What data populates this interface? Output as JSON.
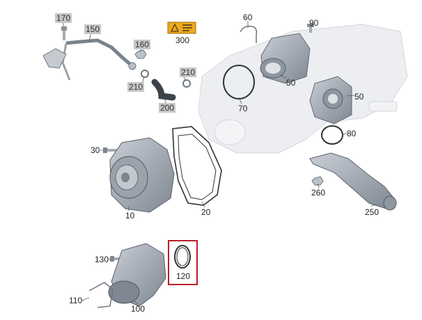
{
  "labels": {
    "p170": "170",
    "p150": "150",
    "p160": "160",
    "p210a": "210",
    "p210b": "210",
    "p200": "200",
    "p300": "300",
    "p60": "60",
    "p90": "90",
    "p50a": "50",
    "p50b": "50",
    "p70": "70",
    "p80": "80",
    "p30": "30",
    "p10": "10",
    "p20": "20",
    "p260": "260",
    "p250": "250",
    "p130": "130",
    "p120": "120",
    "p110": "110",
    "p100": "100"
  },
  "highlight": {
    "part": "120",
    "color": "#b81f2b"
  },
  "colors": {
    "part": "#a5acb6",
    "part_dark": "#6d747e",
    "ghost": "#e6e8ec",
    "callout_box": "#c7c7c7",
    "warning": "#f0a81c"
  },
  "icons": {
    "warning": "warning-sign-icon"
  }
}
